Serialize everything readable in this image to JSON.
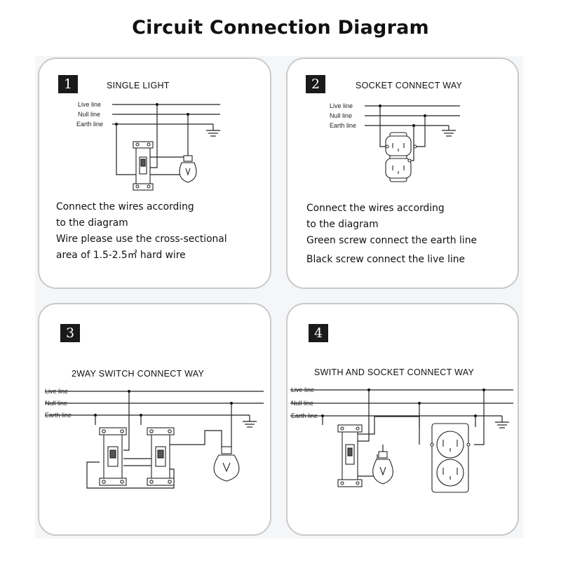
{
  "page": {
    "title": "Circuit Connection Diagram"
  },
  "line_labels": {
    "live": "Live line",
    "null": "Null line",
    "earth": "Earth line"
  },
  "panels": [
    {
      "number": "1",
      "heading": "SINGLE  LIGHT",
      "text": [
        "Connect the wires according",
        "to the diagram",
        "Wire please use the cross-sectional",
        "area of 1.5-2.5㎡ hard wire"
      ]
    },
    {
      "number": "2",
      "heading": "SOCKET CONNECT WAY",
      "text": [
        "Connect the wires according",
        "to the diagram",
        "Green screw connect the earth line",
        "Black screw connect the live line"
      ]
    },
    {
      "number": "3",
      "heading": "2WAY SWITCH CONNECT WAY",
      "text": []
    },
    {
      "number": "4",
      "heading": "SWITH AND SOCKET CONNECT WAY",
      "text": []
    }
  ]
}
